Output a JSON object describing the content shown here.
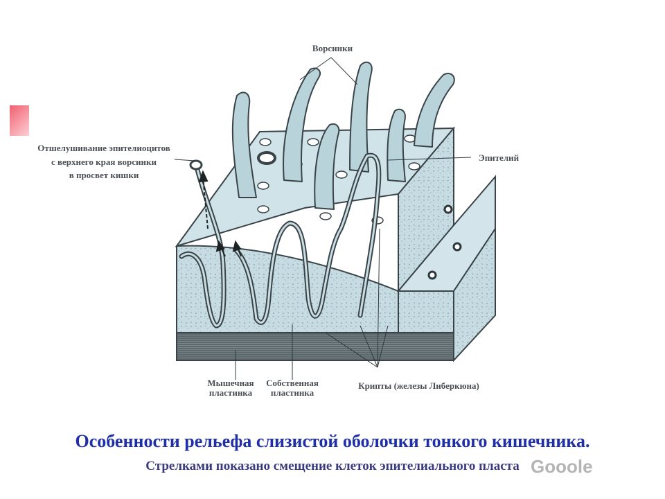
{
  "labels": {
    "villi": "Ворсинки",
    "desquamation_line1": "Отшелушивание эпителиоцитов",
    "desquamation_line2": "с верхнего края ворсинки",
    "desquamation_line3": "в просвет кишки",
    "epithelium": "Эпителий",
    "muscular_line1": "Мышечная",
    "muscular_line2": "пластинка",
    "propria_line1": "Собственная",
    "propria_line2": "пластинка",
    "crypts": "Крипты (железы Либеркюна)"
  },
  "title": "Особенности рельефа слизистой оболочки тонкого кишечника.",
  "subtitle": "Стрелками показано смещение клеток эпителиального пласта",
  "watermark": "Gooole",
  "colors": {
    "title": "#1f2fa8",
    "subtitle": "#3a3a82",
    "tissue": "#c2d9df",
    "tissue_dark": "#9fbcc4",
    "muscle": "#5e6a6e",
    "outline": "#3a4448",
    "accent": "#f06070"
  }
}
